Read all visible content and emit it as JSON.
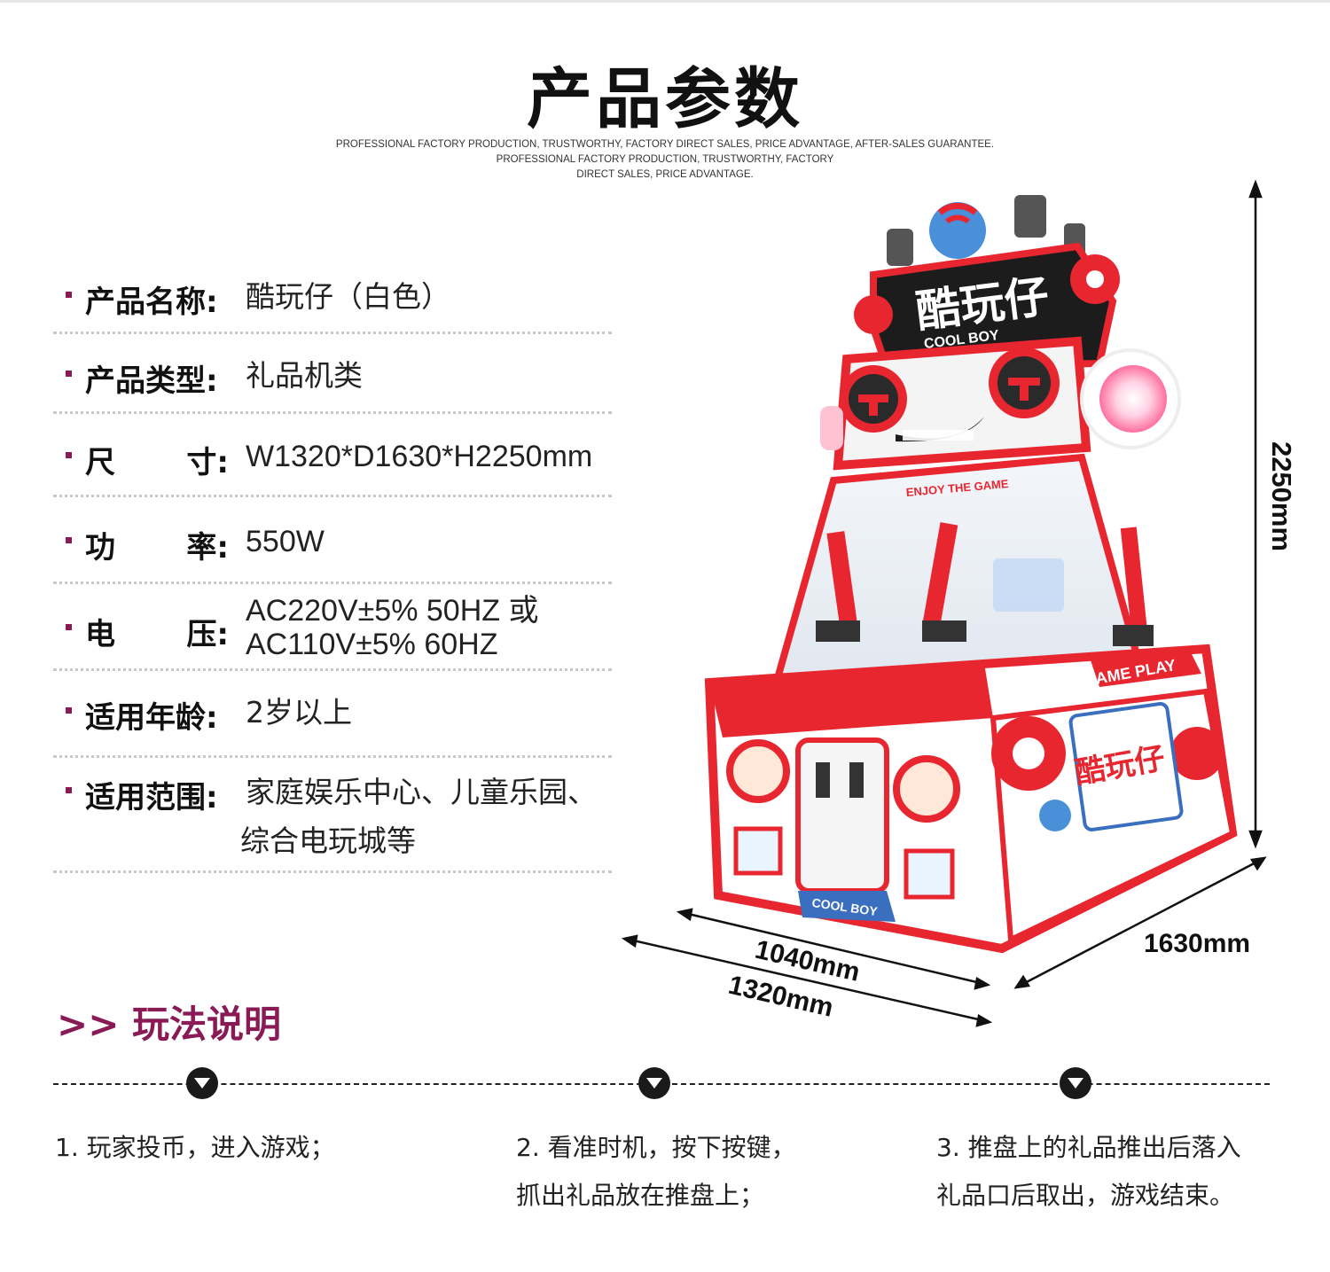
{
  "header": {
    "title": "产品参数",
    "subtitle_lines": [
      "PROFESSIONAL FACTORY PRODUCTION, TRUSTWORTHY, FACTORY DIRECT SALES, PRICE ADVANTAGE, AFTER-SALES GUARANTEE.",
      "PROFESSIONAL FACTORY PRODUCTION, TRUSTWORTHY, FACTORY",
      "DIRECT SALES, PRICE ADVANTAGE."
    ]
  },
  "specs": {
    "name": {
      "label": "产品名称:",
      "value": "酷玩仔（白色）"
    },
    "type": {
      "label": "产品类型:",
      "value": "礼品机类"
    },
    "size": {
      "label_a": "尺",
      "label_b": "寸:",
      "value": "W1320*D1630*H2250mm"
    },
    "power": {
      "label_a": "功",
      "label_b": "率:",
      "value": "550W"
    },
    "voltage": {
      "label_a": "电",
      "label_b": "压:",
      "value_line1": "AC220V±5%  50HZ 或",
      "value_line2": "AC110V±5%  60HZ"
    },
    "age": {
      "label": "适用年龄:",
      "value": "2岁以上"
    },
    "scope": {
      "label": "适用范围:",
      "value_line1": "家庭娱乐中心、儿童乐园、",
      "value_line2": "综合电玩城等"
    }
  },
  "product_image": {
    "logo_cn": "酷玩仔",
    "logo_en": "COOL BOY",
    "banner": "ENJOY THE GAME",
    "side_banner": "GAME PLAY",
    "front_label": "COOL BOY",
    "dimensions": {
      "height": "2250mm",
      "depth": "1630mm",
      "inner_width": "1040mm",
      "width": "1320mm"
    }
  },
  "howto": {
    "title": ">> 玩法说明",
    "steps": [
      {
        "line1": "1. 玩家投币，进入游戏；",
        "line2": ""
      },
      {
        "line1": "2. 看准时机，按下按键，",
        "line2": "抓出礼品放在推盘上；"
      },
      {
        "line1": "3. 推盘上的礼品推出后落入",
        "line2": "礼品口后取出，游戏结束。"
      }
    ]
  },
  "colors": {
    "accent": "#8a1a55",
    "machine_red": "#e8262f",
    "text": "#111111"
  }
}
